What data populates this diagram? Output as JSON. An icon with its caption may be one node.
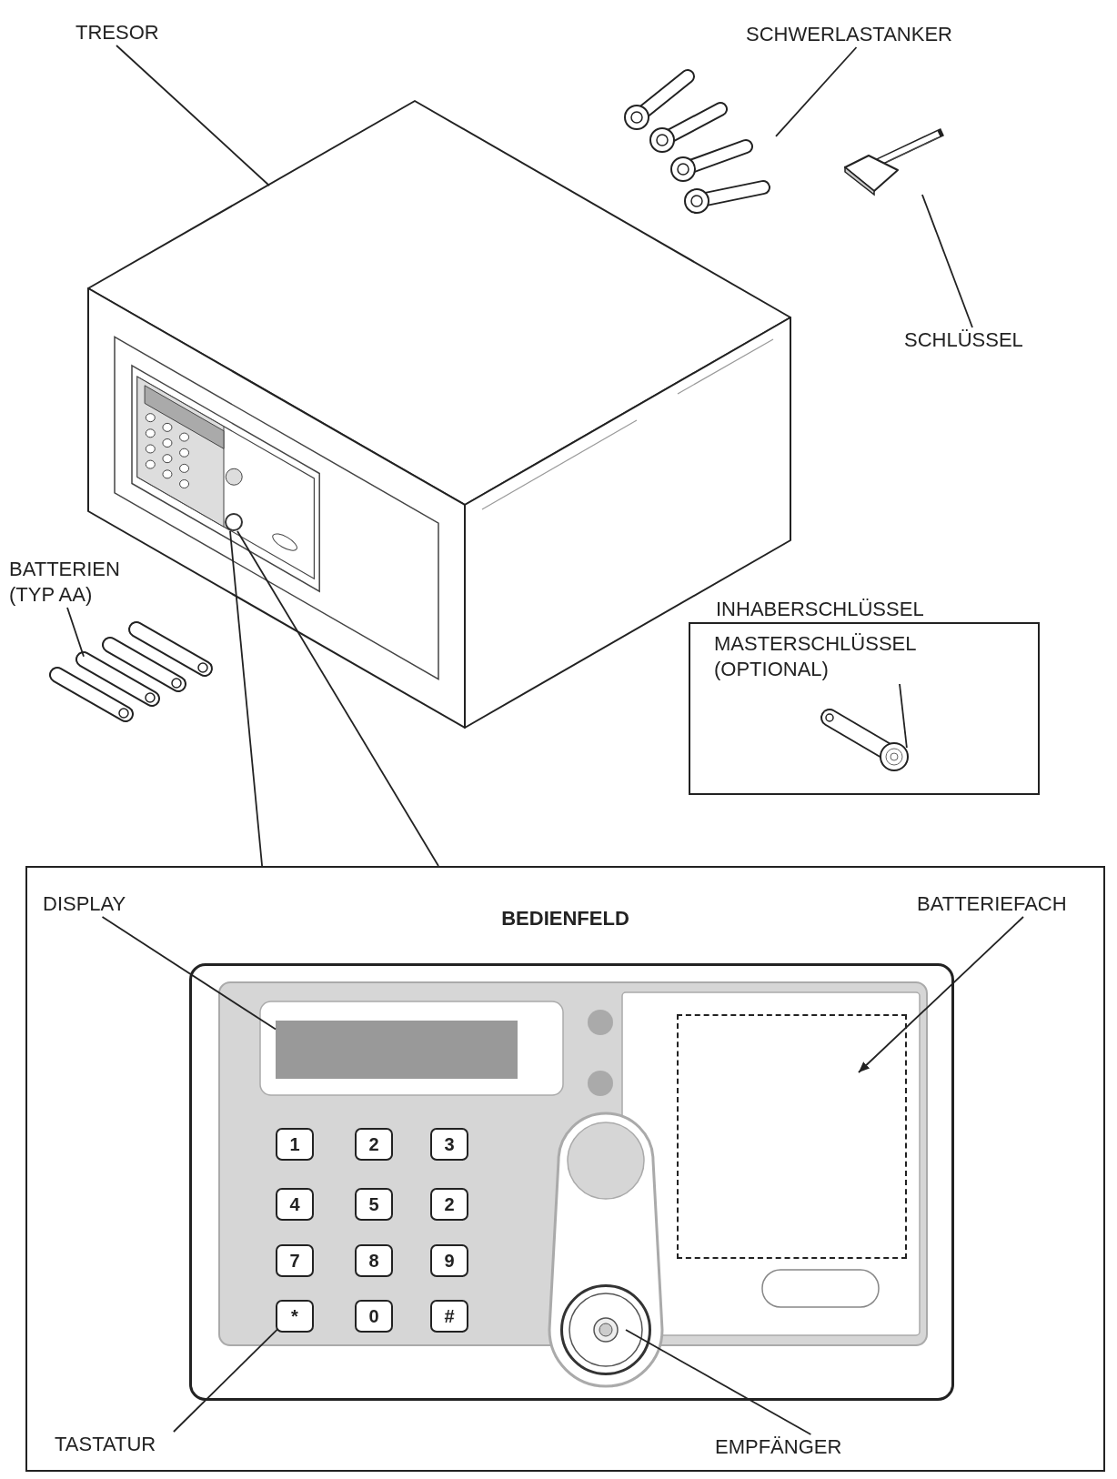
{
  "diagram": {
    "nodes": [
      {
        "text": [
          "TRESOR"
        ]
      },
      {
        "text": [],
        "shape": "picture"
      },
      {
        "text": [],
        "shape": "circle"
      },
      {
        "text": [
          "SCHWERLASTANKER"
        ]
      },
      {
        "text": [],
        "shape": "picture"
      },
      {
        "text": [],
        "shape": "picture"
      },
      {
        "text": [
          "SCHLÜSSEL"
        ]
      },
      {
        "text": [
          "BATTERIEN (TYP AA)"
        ]
      },
      {
        "text": [],
        "shape": "picture"
      },
      {
        "text": [
          "INHABERSCHLÜSSEL"
        ]
      },
      {
        "text": [
          "MASTERSCHLÜSSEL (OPTIONAL)"
        ],
        "in": 9
      },
      {
        "text": [],
        "shape": "picture",
        "in": 9
      },
      {
        "text": [
          "BEDIENFELD"
        ]
      },
      {
        "text": [
          "DISPLAY"
        ],
        "in": 12
      },
      {
        "text": [
          "BATTERIEFACH"
        ],
        "in": 12
      },
      {
        "text": [],
        "shape": "box",
        "in": 12
      },
      {
        "text": [],
        "shape": "box",
        "in": 15
      },
      {
        "text": [],
        "shape": "box",
        "in": 15
      },
      {
        "text": [
          "1"
        ],
        "in": 15
      },
      {
        "text": [
          "2"
        ],
        "in": 15
      },
      {
        "text": [
          "3"
        ],
        "in": 15
      },
      {
        "text": [
          "4"
        ],
        "in": 15
      },
      {
        "text": [
          "5"
        ],
        "in": 15
      },
      {
        "text": [
          "2"
        ],
        "in": 15
      },
      {
        "text": [
          "7"
        ],
        "in": 15
      },
      {
        "text": [
          "8"
        ],
        "in": 15
      },
      {
        "text": [
          "9"
        ],
        "in": 15
      },
      {
        "text": [
          "*"
        ],
        "in": 15
      },
      {
        "text": [
          "0"
        ],
        "in": 15
      },
      {
        "text": [
          "#"
        ],
        "in": 15
      },
      {
        "text": [],
        "shape": "circle",
        "in": 15
      },
      {
        "text": [
          "TASTATUR"
        ],
        "in": 12
      },
      {
        "text": [
          "EMPFÄNGER"
        ],
        "in": 12
      }
    ],
    "edges": [
      {
        "from": 0,
        "to": 1,
        "arrow": "none"
      },
      {
        "from": 3,
        "to": 4,
        "arrow": "none"
      },
      {
        "from": 6,
        "to": 5,
        "arrow": "none"
      },
      {
        "from": 7,
        "to": 8,
        "arrow": "none"
      },
      {
        "from": 10,
        "to": 11,
        "arrow": "none"
      },
      {
        "from": 2,
        "to": 12,
        "arrow": "none"
      },
      {
        "from": 2,
        "to": 12,
        "arrow": "none"
      },
      {
        "from": 13,
        "to": 16,
        "arrow": "none"
      },
      {
        "from": 14,
        "to": 17,
        "arrow": "to"
      },
      {
        "from": 31,
        "to": 27,
        "arrow": "none"
      },
      {
        "from": 32,
        "to": 30,
        "arrow": "none"
      }
    ]
  }
}
